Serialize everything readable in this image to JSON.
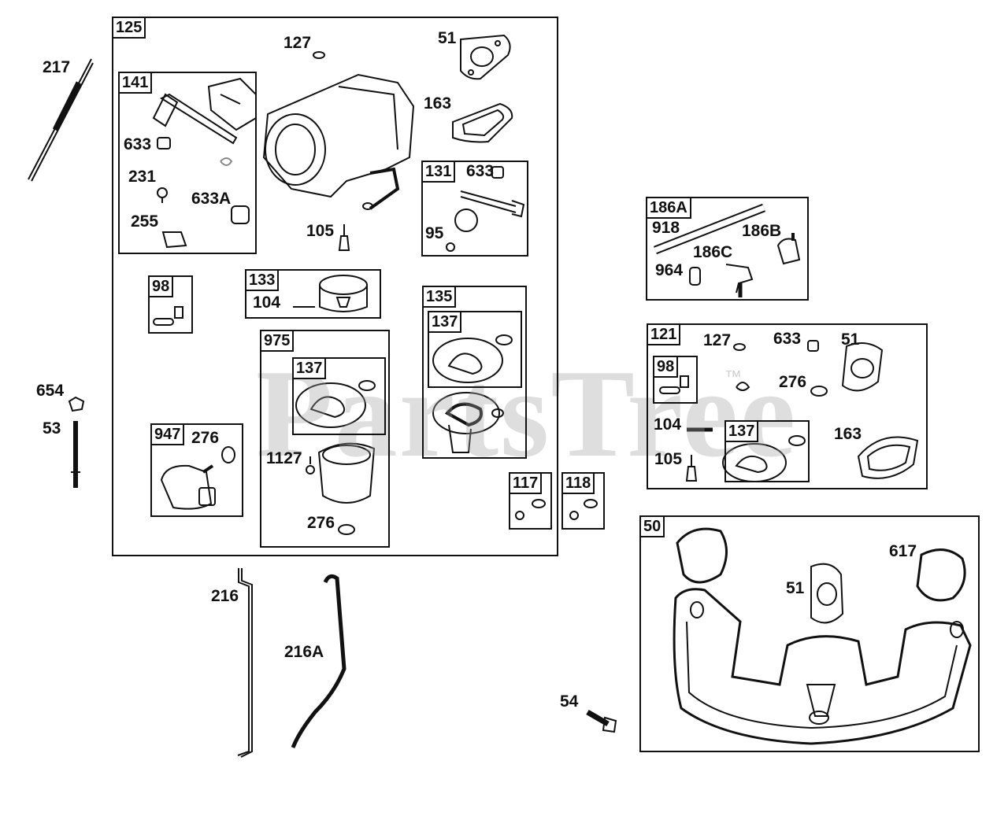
{
  "watermark": {
    "text": "PartsTree",
    "tm": "™"
  },
  "frames": {
    "f125": "125",
    "f141": "141",
    "f131": "131",
    "f133": "133",
    "f98a": "98",
    "f135": "135",
    "f137a": "137",
    "f975": "975",
    "f137b": "137",
    "f947": "947",
    "f117": "117",
    "f118": "118",
    "f186A": "186A",
    "f121": "121",
    "f98b": "98",
    "f137c": "137",
    "f50": "50"
  },
  "labels": {
    "l217": "217",
    "l127a": "127",
    "l51a": "51",
    "l163a": "163",
    "l633a": "633",
    "l231": "231",
    "l633A": "633A",
    "l255": "255",
    "l105a": "105",
    "l633b": "633",
    "l95": "95",
    "l104a": "104",
    "l654": "654",
    "l53": "53",
    "l276a": "276",
    "l1127": "1127",
    "l276b": "276",
    "l216": "216",
    "l216A": "216A",
    "l54": "54",
    "l918": "918",
    "l186B": "186B",
    "l186C": "186C",
    "l964": "964",
    "l127b": "127",
    "l633c": "633",
    "l51b": "51",
    "l276c": "276",
    "l104b": "104",
    "l105b": "105",
    "l163b": "163",
    "l617": "617",
    "l51c": "51"
  }
}
